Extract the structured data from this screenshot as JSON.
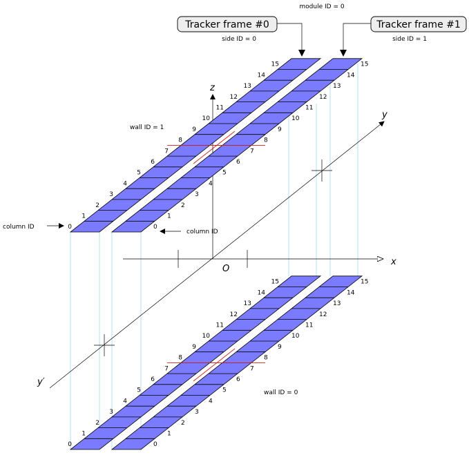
{
  "frames": [
    {
      "title": "Tracker frame #0",
      "side_label": "side ID = 0",
      "icon": "down-arrow-icon"
    },
    {
      "title": "Tracker frame #1",
      "side_label": "side ID = 1",
      "icon": "down-arrow-icon"
    }
  ],
  "labels": {
    "module_id": "module ID = 0",
    "wall_top": "wall ID = 1",
    "wall_bottom": "wall ID = 0",
    "column_left": "column ID",
    "column_right": "column ID"
  },
  "axes": {
    "x": "x",
    "y": "y",
    "y_prime": "y′",
    "z": "z",
    "origin": "O"
  },
  "columns": [
    "0",
    "1",
    "2",
    "3",
    "4",
    "5",
    "6",
    "7",
    "8",
    "9",
    "10",
    "11",
    "12",
    "13",
    "14",
    "15"
  ],
  "colors": {
    "strip": "#7b7bff",
    "projection": "#a8d4ee",
    "marker": "#d02020"
  }
}
